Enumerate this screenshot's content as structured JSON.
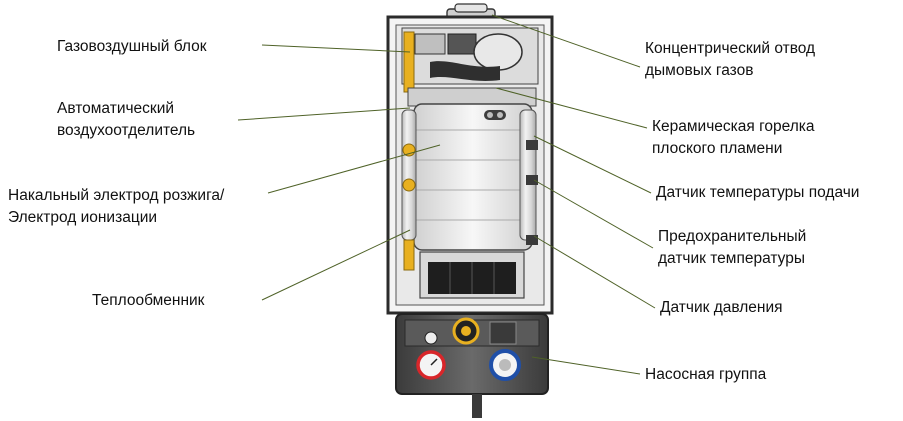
{
  "labels": {
    "gas_air_unit": [
      "Газовоздушный блок"
    ],
    "auto_air_vent": [
      "Автоматический",
      "воздухоотделитель"
    ],
    "ignition_electrode": [
      "Накальный электрод розжига/",
      "Электрод ионизации"
    ],
    "heat_exchanger": [
      "Теплообменник"
    ],
    "flue_outlet": [
      "Концентрический отвод",
      "дымовых газов"
    ],
    "ceramic_burner": [
      "Керамическая горелка",
      "плоского пламени"
    ],
    "flow_temp_sensor": [
      "Датчик температуры подачи"
    ],
    "safety_temp_sensor": [
      "Предохранительный",
      "датчик температуры"
    ],
    "pressure_sensor": [
      "Датчик давления"
    ],
    "pump_group": [
      "Насосная группа"
    ]
  },
  "colors": {
    "leader_line": "#4f6228",
    "casing_dark": "#4a4a4a",
    "casing_light": "#dcdcdc",
    "pipe_yellow": "#e8b020",
    "gauge_red": "#d8262a",
    "gauge_blue": "#1f4fa8"
  }
}
